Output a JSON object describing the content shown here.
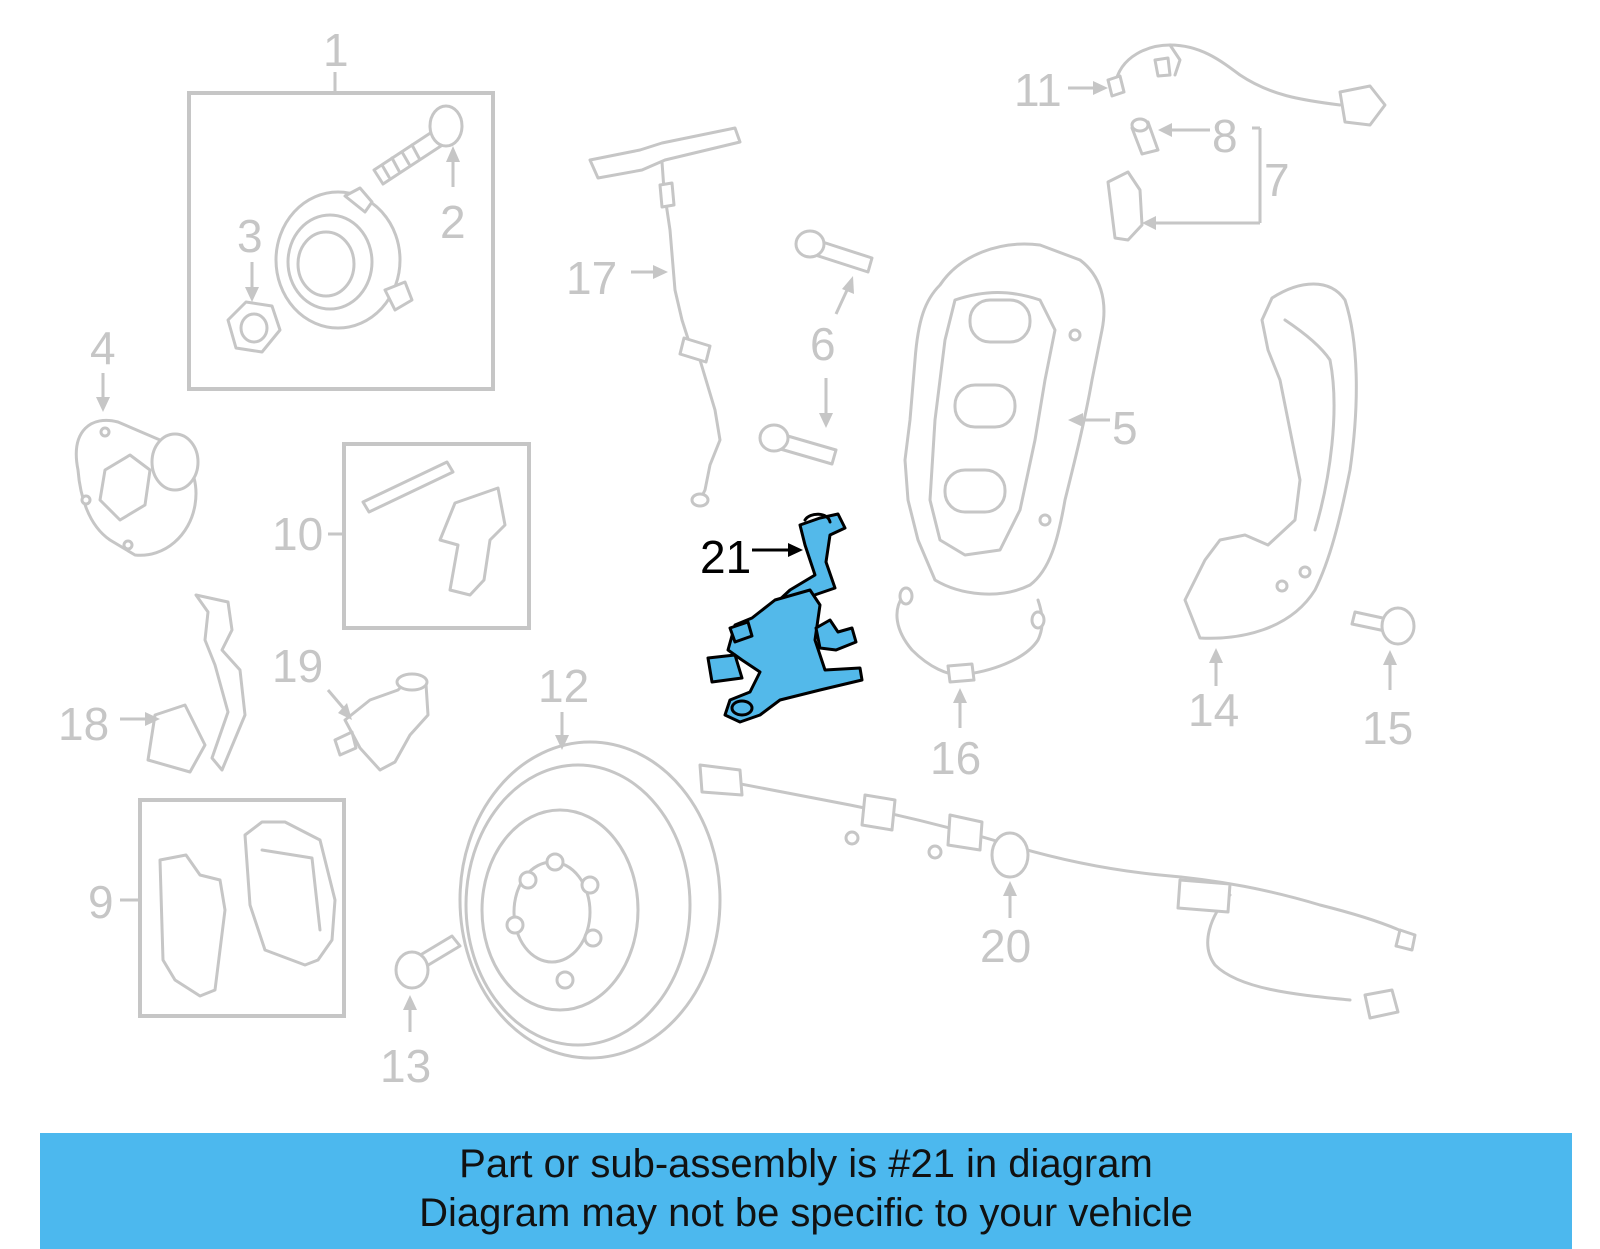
{
  "callouts": {
    "n1": "1",
    "n2": "2",
    "n3": "3",
    "n4": "4",
    "n5": "5",
    "n6": "6",
    "n7": "7",
    "n8": "8",
    "n9": "9",
    "n10": "10",
    "n11": "11",
    "n12": "12",
    "n13": "13",
    "n14": "14",
    "n15": "15",
    "n16": "16",
    "n17": "17",
    "n18": "18",
    "n19": "19",
    "n20": "20",
    "n21": "21"
  },
  "highlighted_part": "21",
  "colors": {
    "highlight": "#53b9ea",
    "banner": "#4cb8ee",
    "inactive": "#c6c6c6"
  },
  "banner": {
    "line1": "Part or sub-assembly is #21 in diagram",
    "line2": "Diagram may not be specific to your vehicle"
  }
}
